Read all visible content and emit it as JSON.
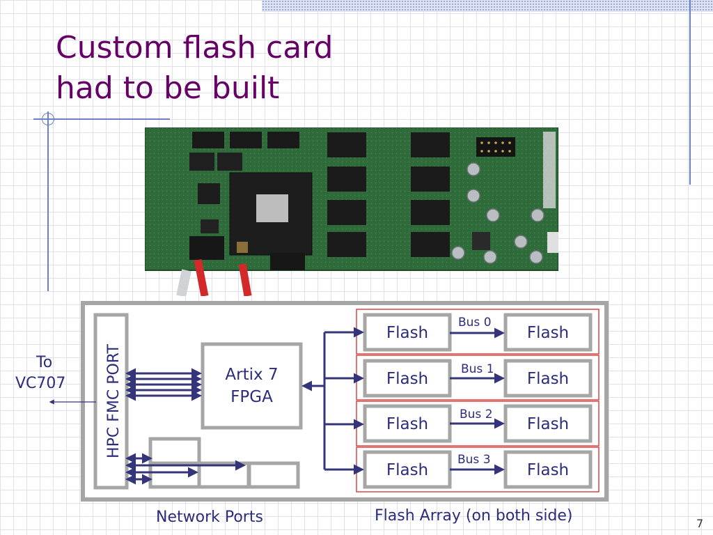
{
  "slide": {
    "title_line1": "Custom flash card",
    "title_line2": "had to be built",
    "page_number": "7"
  },
  "diagram": {
    "port_label": "HPC FMC PORT",
    "to_label_line1": "To",
    "to_label_line2": "VC707",
    "fpga_line1": "Artix 7",
    "fpga_line2": "FPGA",
    "network_label": "Network Ports",
    "flash_array_label": "Flash Array (on both side)",
    "buses": [
      {
        "bus": "Bus 0",
        "left": "Flash",
        "right": "Flash"
      },
      {
        "bus": "Bus 1",
        "left": "Flash",
        "right": "Flash"
      },
      {
        "bus": "Bus 2",
        "left": "Flash",
        "right": "Flash"
      },
      {
        "bus": "Bus 3",
        "left": "Flash",
        "right": "Flash"
      }
    ]
  },
  "colors": {
    "title": "#660066",
    "text": "#2c2c7c",
    "arrows": "#34347a",
    "bus_box": "#d62828",
    "block_border": "#a6a6a6"
  }
}
